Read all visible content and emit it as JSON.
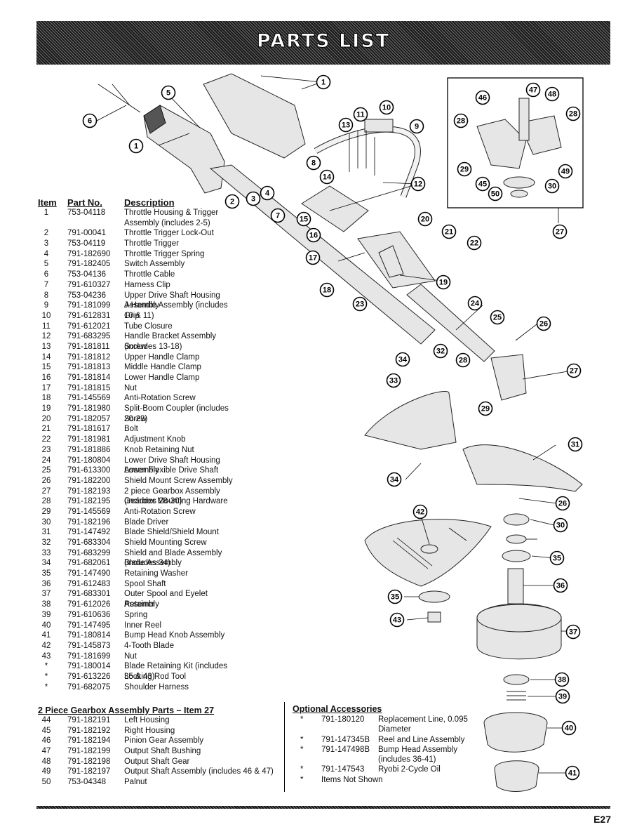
{
  "banner": {
    "title": "PARTS LIST"
  },
  "columns": {
    "item": "Item",
    "part": "Part No.",
    "desc": "Description"
  },
  "parts": [
    {
      "item": "1",
      "part": "753-04118",
      "desc": "Throttle Housing & Trigger Assembly (includes 2-5)"
    },
    {
      "item": "2",
      "part": "791-00041",
      "desc": "Throttle Trigger Lock-Out"
    },
    {
      "item": "3",
      "part": "753-04119",
      "desc": "Throttle Trigger"
    },
    {
      "item": "4",
      "part": "791-182690",
      "desc": "Throttle Trigger Spring"
    },
    {
      "item": "5",
      "part": "791-182405",
      "desc": "Switch Assembly"
    },
    {
      "item": "6",
      "part": "753-04136",
      "desc": "Throttle Cable"
    },
    {
      "item": "7",
      "part": "791-610327",
      "desc": "Harness Clip"
    },
    {
      "item": "8",
      "part": "753-04236",
      "desc": "Upper Drive Shaft Housing Assembly"
    },
    {
      "item": "9",
      "part": "791-181099",
      "desc": "J-Handle Assembly (includes 10 & 11)"
    },
    {
      "item": "10",
      "part": "791-612831",
      "desc": "Grip"
    },
    {
      "item": "11",
      "part": "791-612021",
      "desc": "Tube Closure"
    },
    {
      "item": "12",
      "part": "791-683295",
      "desc": "Handle Bracket Assembly (includes 13-18)"
    },
    {
      "item": "13",
      "part": "791-181811",
      "desc": "Screw"
    },
    {
      "item": "14",
      "part": "791-181812",
      "desc": "Upper Handle Clamp"
    },
    {
      "item": "15",
      "part": "791-181813",
      "desc": "Middle Handle Clamp"
    },
    {
      "item": "16",
      "part": "791-181814",
      "desc": "Lower Handle Clamp"
    },
    {
      "item": "17",
      "part": "791-181815",
      "desc": "Nut"
    },
    {
      "item": "18",
      "part": "791-145569",
      "desc": "Anti-Rotation Screw"
    },
    {
      "item": "19",
      "part": "791-181980",
      "desc": "Split-Boom Coupler (includes 20-23)"
    },
    {
      "item": "20",
      "part": "791-182057",
      "desc": "Screw"
    },
    {
      "item": "21",
      "part": "791-181617",
      "desc": "Bolt"
    },
    {
      "item": "22",
      "part": "791-181981",
      "desc": "Adjustment Knob"
    },
    {
      "item": "23",
      "part": "791-181886",
      "desc": "Knob Retaining Nut"
    },
    {
      "item": "24",
      "part": "791-180804",
      "desc": "Lower Drive Shaft Housing Assembly"
    },
    {
      "item": "25",
      "part": "791-613300",
      "desc": "Lower Flexible Drive Shaft"
    },
    {
      "item": "26",
      "part": "791-182200",
      "desc": "Shield Mount Screw Assembly"
    },
    {
      "item": "27",
      "part": "791-182193",
      "desc": "2 piece Gearbox Assembly (includes 28-30)"
    },
    {
      "item": "28",
      "part": "791-182195",
      "desc": "Gearbox Mounting Hardware"
    },
    {
      "item": "29",
      "part": "791-145569",
      "desc": "Anti-Rotation Screw"
    },
    {
      "item": "30",
      "part": "791-182196",
      "desc": "Blade Driver"
    },
    {
      "item": "31",
      "part": "791-147492",
      "desc": "Blade Shield/Shield Mount"
    },
    {
      "item": "32",
      "part": "791-683304",
      "desc": "Shield Mounting Screw"
    },
    {
      "item": "33",
      "part": "791-683299",
      "desc": "Shield and Blade Assembly (includes 34)"
    },
    {
      "item": "34",
      "part": "791-682061",
      "desc": "Blade Assembly"
    },
    {
      "item": "35",
      "part": "791-147490",
      "desc": "Retaining Washer"
    },
    {
      "item": "36",
      "part": "791-612483",
      "desc": "Spool Shaft"
    },
    {
      "item": "37",
      "part": "791-683301",
      "desc": "Outer Spool and Eyelet Assembly"
    },
    {
      "item": "38",
      "part": "791-612026",
      "desc": "Retainer"
    },
    {
      "item": "39",
      "part": "791-610636",
      "desc": "Spring"
    },
    {
      "item": "40",
      "part": "791-147495",
      "desc": "Inner Reel"
    },
    {
      "item": "41",
      "part": "791-180814",
      "desc": "Bump Head Knob Assembly"
    },
    {
      "item": "42",
      "part": "791-145873",
      "desc": "4-Tooth Blade"
    },
    {
      "item": "43",
      "part": "791-181699",
      "desc": "Nut"
    },
    {
      "item": "*",
      "part": "791-180014",
      "desc": "Blade Retaining Kit (includes 35 & 43)"
    },
    {
      "item": "*",
      "part": "791-613226",
      "desc": "Locking Rod Tool"
    },
    {
      "item": "*",
      "part": "791-682075",
      "desc": "Shoulder Harness"
    }
  ],
  "gearbox": {
    "title": "2 Piece Gearbox Assembly Parts – Item 27",
    "parts": [
      {
        "item": "44",
        "part": "791-182191",
        "desc": "Left Housing"
      },
      {
        "item": "45",
        "part": "791-182192",
        "desc": "Right Housing"
      },
      {
        "item": "46",
        "part": "791-182194",
        "desc": "Pinion Gear Assembly"
      },
      {
        "item": "47",
        "part": "791-182199",
        "desc": "Output Shaft Bushing"
      },
      {
        "item": "48",
        "part": "791-182198",
        "desc": "Output Shaft Gear"
      },
      {
        "item": "49",
        "part": "791-182197",
        "desc": "Output Shaft Assembly (includes 46 & 47)"
      },
      {
        "item": "50",
        "part": "753-04348",
        "desc": "Palnut"
      }
    ]
  },
  "optional": {
    "title": "Optional Accessories",
    "items": [
      {
        "mark": "*",
        "part": "791-180120",
        "desc": "Replacement Line, 0.095 Diameter"
      },
      {
        "mark": "*",
        "part": "791-147345B",
        "desc": "Reel and Line Assembly"
      },
      {
        "mark": "*",
        "part": "791-147498B",
        "desc": "Bump Head Assembly (includes 36-41)"
      },
      {
        "mark": "*",
        "part": "791-147543",
        "desc": "Ryobi 2-Cycle Oil"
      },
      {
        "mark": "*",
        "part": "",
        "desc": "Items Not Shown"
      }
    ]
  },
  "callouts": [
    "1",
    "1",
    "2",
    "3",
    "4",
    "5",
    "6",
    "7",
    "8",
    "9",
    "10",
    "11",
    "12",
    "13",
    "14",
    "15",
    "16",
    "17",
    "18",
    "19",
    "20",
    "21",
    "22",
    "23",
    "24",
    "25",
    "26",
    "26",
    "27",
    "27",
    "28",
    "28",
    "28",
    "29",
    "29",
    "30",
    "30",
    "31",
    "32",
    "33",
    "34",
    "34",
    "35",
    "35",
    "36",
    "37",
    "38",
    "39",
    "40",
    "41",
    "42",
    "43",
    "45",
    "46",
    "47",
    "48",
    "49",
    "50"
  ],
  "page_number": "E27"
}
